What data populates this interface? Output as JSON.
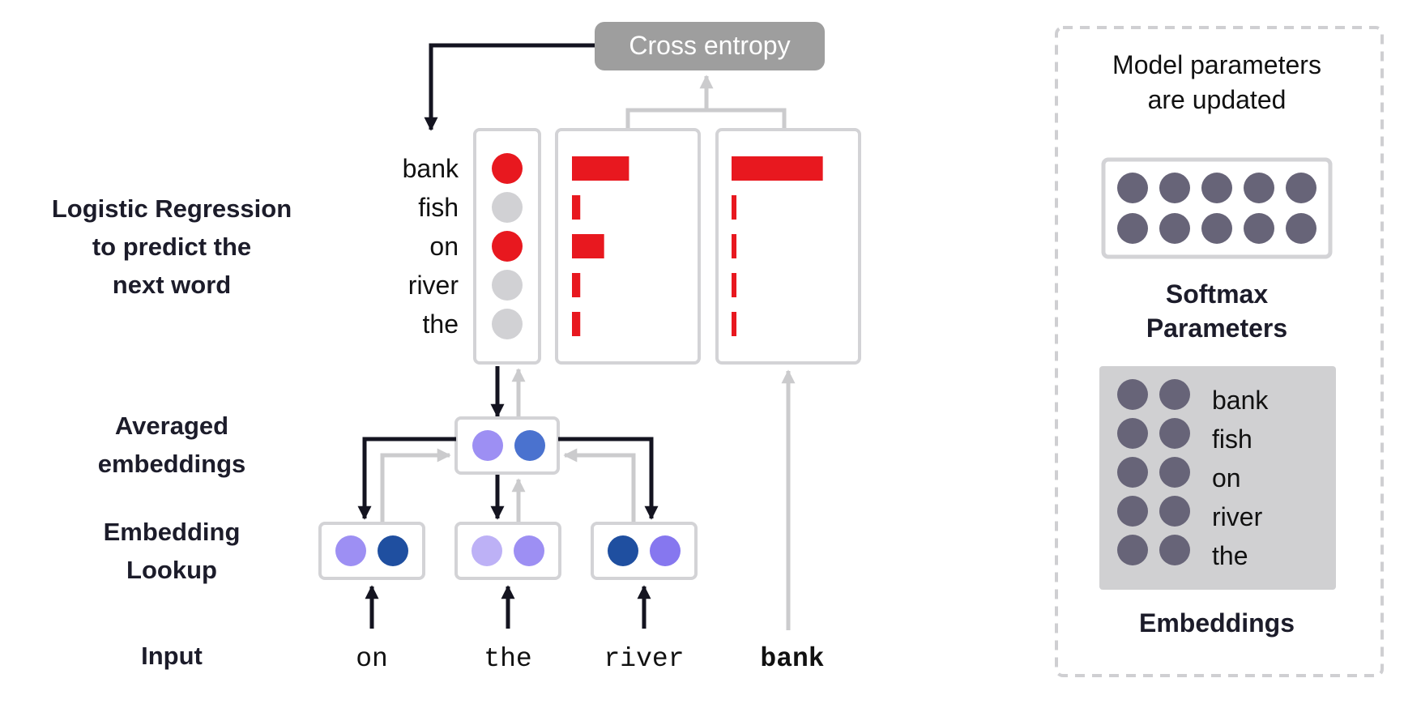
{
  "header": {
    "cross_entropy": "Cross entropy"
  },
  "row_labels": {
    "logistic_regression": [
      "Logistic Regression",
      "to predict the",
      "next word"
    ],
    "averaged_embeddings": [
      "Averaged",
      "embeddings"
    ],
    "embedding_lookup": [
      "Embedding",
      "Lookup"
    ],
    "input": "Input"
  },
  "vocab": [
    "bank",
    "fish",
    "on",
    "river",
    "the"
  ],
  "predicted": {
    "dots": [
      {
        "word": "bank",
        "color": "#e8181f"
      },
      {
        "word": "fish",
        "color": "#d1d1d4"
      },
      {
        "word": "on",
        "color": "#e8181f"
      },
      {
        "word": "river",
        "color": "#d1d1d4"
      },
      {
        "word": "the",
        "color": "#d1d1d4"
      }
    ],
    "bar_values": [
      0.55,
      0.08,
      0.31,
      0.08,
      0.08
    ]
  },
  "target": {
    "bar_values": [
      0.88,
      0.04,
      0.04,
      0.04,
      0.04
    ]
  },
  "averaged_dots": [
    "#9d8ff3",
    "#4a72cf"
  ],
  "embedding_boxes": [
    {
      "word": "on",
      "dots": [
        "#9d8ff3",
        "#1f4fa0"
      ]
    },
    {
      "word": "the",
      "dots": [
        "#bdb1f6",
        "#9d8ff3"
      ]
    },
    {
      "word": "river",
      "dots": [
        "#1f4fa0",
        "#8677ef"
      ]
    }
  ],
  "inputs": [
    "on",
    "the",
    "river"
  ],
  "target_word": "bank",
  "right_panel": {
    "title": [
      "Model parameters",
      "are updated"
    ],
    "softmax_label": [
      "Softmax",
      "Parameters"
    ],
    "embeddings_label": "Embeddings",
    "embedding_words": [
      "bank",
      "fish",
      "on",
      "river",
      "the"
    ]
  },
  "colors": {
    "accent_red": "#e8181f",
    "param_dot": "#676478",
    "forward_arrow": "#141420",
    "backward_arrow": "#cbcbcd",
    "box_border": "#d3d3d6",
    "cross_entropy_bg": "#9e9e9e",
    "embeddings_panel_bg": "#d0d0d2"
  }
}
